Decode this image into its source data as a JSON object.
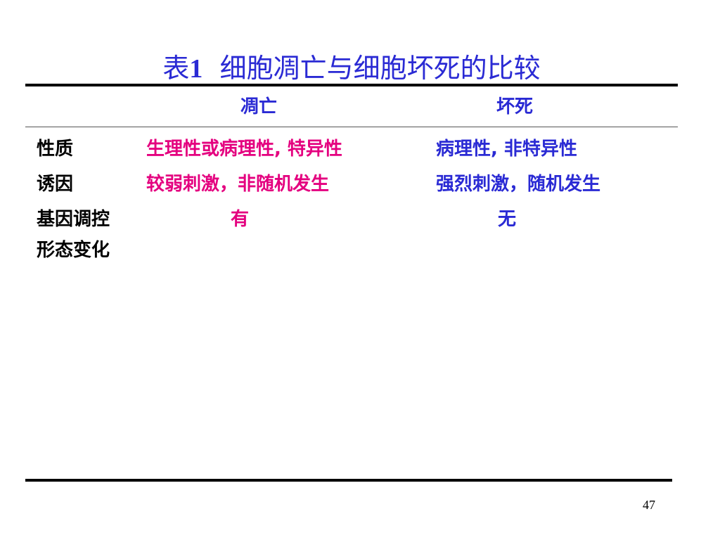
{
  "title": {
    "prefix": "表",
    "number": "1",
    "text": "细胞凋亡与细胞坏死的比较"
  },
  "table": {
    "columns": [
      "凋亡",
      "坏死"
    ],
    "rows": [
      {
        "label": "性质",
        "apoptosis": "生理性或病理性, 特异性",
        "necrosis": "病理性, 非特异性"
      },
      {
        "label": "诱因",
        "apoptosis": "较弱刺激，非随机发生",
        "necrosis": "强烈刺激，随机发生"
      },
      {
        "label": "基因调控",
        "apoptosis": "有",
        "necrosis": "无"
      },
      {
        "label": "形态变化",
        "apoptosis": "",
        "necrosis": ""
      }
    ]
  },
  "page_number": "47",
  "colors": {
    "title": "#2a2ad4",
    "apoptosis_text": "#e4007f",
    "necrosis_text": "#2a2ad4",
    "label_text": "#000000"
  }
}
